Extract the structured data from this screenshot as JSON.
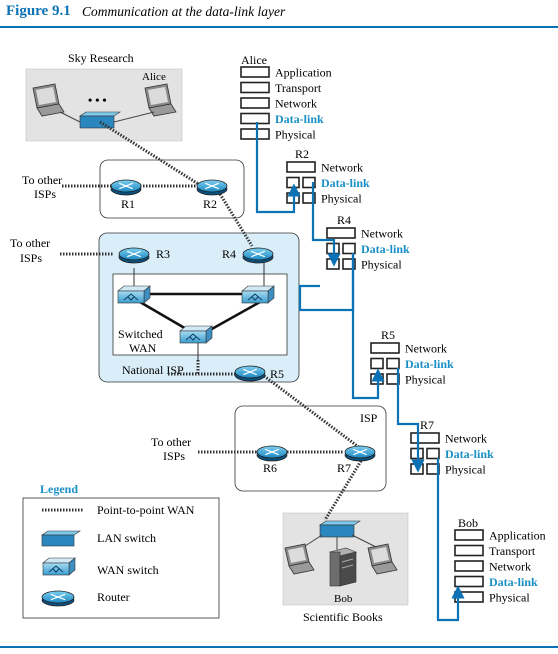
{
  "figure": {
    "number": "Figure 9.1",
    "caption": "Communication at the data-link layer"
  },
  "sites": {
    "sky_research": "Sky Research",
    "alice_host": "Alice",
    "ellipsis": "• • •",
    "scientific_books": "Scientific Books",
    "bob_host": "Bob"
  },
  "networks": {
    "national_isp": "National ISP",
    "switched_wan_line1": "Switched",
    "switched_wan_line2": "WAN",
    "isp": "ISP",
    "to_other_isps_line1": "To other",
    "to_other_isps_line2": "ISPs"
  },
  "routers": [
    "R1",
    "R2",
    "R3",
    "R4",
    "R5",
    "R6",
    "R7"
  ],
  "stacks": {
    "alice": {
      "label": "Alice",
      "layers": [
        "Application",
        "Transport",
        "Network",
        "Data-link",
        "Physical"
      ]
    },
    "r2": {
      "label": "R2",
      "layers": [
        "Network",
        "Data-link",
        "Physical"
      ]
    },
    "r4": {
      "label": "R4",
      "layers": [
        "Network",
        "Data-link",
        "Physical"
      ]
    },
    "r5": {
      "label": "R5",
      "layers": [
        "Network",
        "Data-link",
        "Physical"
      ]
    },
    "r7": {
      "label": "R7",
      "layers": [
        "Network",
        "Data-link",
        "Physical"
      ]
    },
    "bob": {
      "label": "Bob",
      "layers": [
        "Application",
        "Transport",
        "Network",
        "Data-link",
        "Physical"
      ]
    }
  },
  "legend": {
    "title": "Legend",
    "items": [
      "Point-to-point WAN",
      "LAN switch",
      "WAN switch",
      "Router"
    ]
  },
  "colors": {
    "accent_blue": "#0b73b5",
    "data_link_text": "#1a8fc6",
    "isp_fill": "#d9eef8",
    "site_fill": "#e3e3e3",
    "router_fill": "#2a9bd3"
  }
}
